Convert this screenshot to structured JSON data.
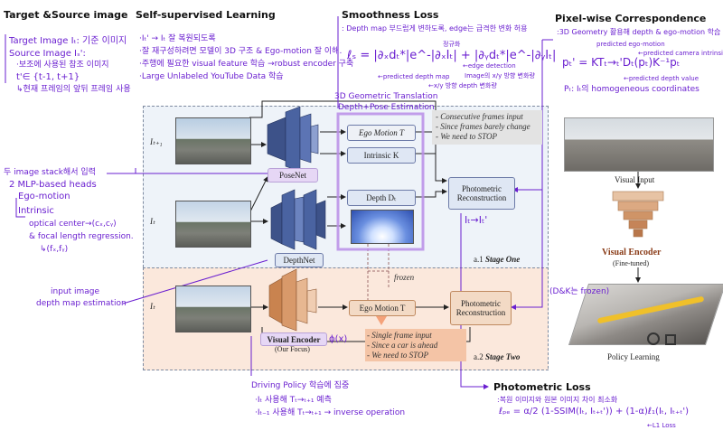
{
  "left": {
    "title": "Target &Source image",
    "line1": "Target Image Iₜ: 기준 이미지",
    "line2": "Source Image Iₛ':",
    "line3": "·보조에 사용된 참조 이미지",
    "line4": "t'∈ {t-1, t+1}",
    "line5": "↳현재 프레임의 앞뒤 프레임 사용",
    "posenet1": "두 image stack해서 입력",
    "posenet2": "2 MLP-based heads",
    "posenet3": "Ego-motion",
    "posenet4": "Intrinsic",
    "posenet5": "optical center→(cₓ,cᵧ)",
    "posenet6": "& focal length regression.",
    "posenet7": "↳(fₓ,fᵧ)",
    "depth1": "input image",
    "depth2": "depth map estimation"
  },
  "ssl": {
    "title": "Self-supervised Learning",
    "line1": "·Iₜ' → Iₜ 잘 복원되도록",
    "line2": "·잘 재구성하려면 모델이 3D 구조 & Ego-motion 잘 이해.",
    "line3": "·주행에 필요한 visual feature 학습 →robust encoder 구축",
    "line4": "·Large Unlabeled YouTube Data 학습"
  },
  "smooth": {
    "title": "Smoothness Loss",
    "desc": ": Depth map 부드럽게 변하도록, edge는 급격한 변화 허용",
    "formula": "ℓₛ = |∂ₓdₜ*|e^-|∂ₓIₜ| + |∂ᵧdₜ*|e^-|∂ᵧIₜ|",
    "ann1": "정규화",
    "ann2": "←edge detection",
    "ann3": "Image의 x/y 방향 변화량",
    "ann4": "←predicted depth map",
    "ann5": "←x/y 방향 depth 변화량"
  },
  "geom": {
    "title1": "3D Geometric Translation",
    "title2": "Depth+Pose Estimation"
  },
  "pixel": {
    "title": "Pixel-wise Correspondence",
    "desc": ":3D Geometry 활용해 depth & ego-motion 학습",
    "ann1": "predicted ego-motion",
    "ann2": "←predicted camera intrinsic",
    "formula": "pₜ' = KTₜ→ₜ'Dₜ(pₜ)K⁻¹pₜ",
    "ann3": "←predicted depth value",
    "ann4": "Pₜ: Iₜ의 homogeneous coordinates"
  },
  "stage1": {
    "frame_top": "Iₜ₊₁",
    "frame_bot": "Iₜ",
    "posenet": "PoseNet",
    "depthnet": "DepthNet",
    "ego": "Ego Motion T",
    "intrinsic": "Intrinsic K",
    "depth": "Depth Dₜ",
    "photo1": "Photometric",
    "photo2": "Reconstruction",
    "n1": "- Consecutive frames input",
    "n2": "- Since frames barely change",
    "n3": "- We need to STOP",
    "label_a": "a.1 ",
    "label_b": "Stage One",
    "arrow_note": "Iₜ→Iₜ'"
  },
  "stage2": {
    "frame": "Iₜ",
    "encoder": "Visual Encoder",
    "focus": "(Our Focus)",
    "phi": "ϕ(x)",
    "ego": "Ego Motion T",
    "photo1": "Photometric",
    "photo2": "Reconstruction",
    "n1": "- Single frame input",
    "n2": "- Since a car is ahead",
    "n3": "- We need to STOP",
    "label_a": "a.2 ",
    "label_b": "Stage Two",
    "frozen": "frozen"
  },
  "right": {
    "visual_input": "Visual Input",
    "encoder1": "Visual Encoder",
    "encoder2": "(Fine-tuned)",
    "policy": "Policy Learning",
    "frozen_note": "(D&K는 frozen)"
  },
  "driving": {
    "title": "Driving Policy 학습에 집중",
    "l1": "·Iₜ 사용해 Tₜ→ₜ₊₁ 예측",
    "l2": "·Iₜ₋₁ 사용해 Tₜ→ₜ₊₁ → inverse operation"
  },
  "photo_loss": {
    "title": "Photometric Loss",
    "desc": ":복원 이미지와 원본 이미지 차이 최소화",
    "formula": "ℓₚₑ = α/2 (1-SSIM(Iₜ, Iₜ₊ₜ')) + (1-α)ℓ₁(Iₜ, Iₜ₊ₜ')",
    "ann": "←L1 Loss"
  },
  "colors": {
    "annotation": "#6a1fd0",
    "stage_one_bg": "#eef3f9",
    "stage_two_bg": "#fbe8dc",
    "blue_box": "#dfe7f4",
    "orange_box": "#f3dac5"
  }
}
